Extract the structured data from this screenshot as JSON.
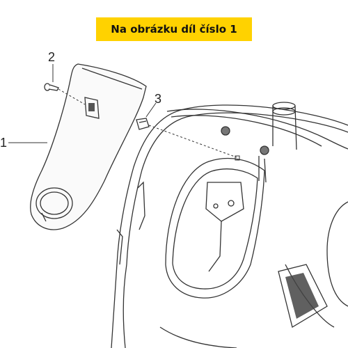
{
  "banner": {
    "text": "Na obrázku díl číslo 1",
    "color": "#ffd200"
  },
  "callouts": {
    "part1": "1",
    "part2": "2",
    "part3": "3"
  },
  "icons": [
    "screw-icon",
    "clip-nut-icon"
  ]
}
